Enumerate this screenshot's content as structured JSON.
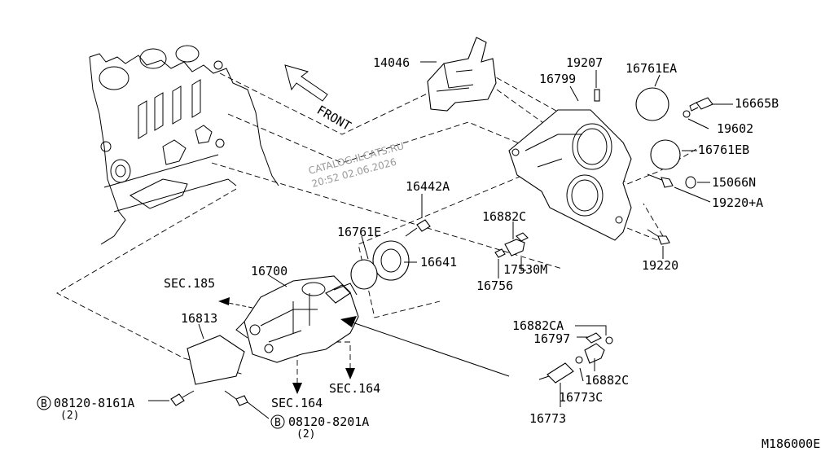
{
  "labels": {
    "p14046": "14046",
    "p19207": "19207",
    "p16799": "16799",
    "p16761EA": "16761EA",
    "p16665B": "16665B",
    "p19602": "19602",
    "p16761EB": "16761EB",
    "p15066N": "15066N",
    "p19220A": "19220+A",
    "p19220": "19220",
    "p16442A": "16442A",
    "p16882C_top": "16882C",
    "p16761E": "16761E",
    "p16641": "16641",
    "p17530M": "17530M",
    "p16756": "16756",
    "p16700": "16700",
    "sec185": "SEC.185",
    "p16813": "16813",
    "p16882CA": "16882CA",
    "p16797": "16797",
    "p16882C_bot": "16882C",
    "p16773C": "16773C",
    "p16773": "16773",
    "sec164_right": "SEC.164",
    "sec164_left": "SEC.164",
    "bolt1": "08120-8161A",
    "bolt1_qty": "(2)",
    "bolt2": "08120-8201A",
    "bolt2_qty": "(2)",
    "front": "FRONT",
    "diagram_id": "M186000E"
  },
  "bolt_marker": "B",
  "watermark": {
    "line1": "CATALOG.ILCATS.RU",
    "line2": "20:52 02.06.2026"
  }
}
